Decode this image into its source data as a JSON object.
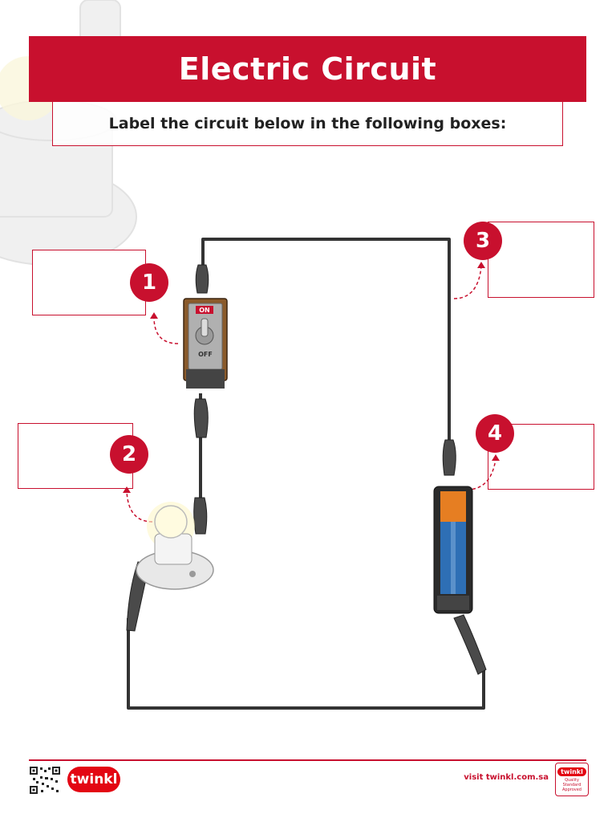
{
  "header": {
    "title": "Electric Circuit",
    "instruction": "Label the circuit below in the following boxes:"
  },
  "labels": [
    {
      "number": "1"
    },
    {
      "number": "2"
    },
    {
      "number": "3"
    },
    {
      "number": "4"
    }
  ],
  "switch": {
    "on_label": "ON",
    "off_label": "OFF"
  },
  "footer": {
    "brand": "twinkl",
    "website": "visit twinkl.com.sa",
    "badge_brand": "twinkl",
    "badge_text": "Quality Standard Approved"
  },
  "colors": {
    "accent": "#c8102e",
    "wire": "#333333",
    "battery_orange": "#e67e22",
    "battery_blue": "#2e6fb5"
  }
}
